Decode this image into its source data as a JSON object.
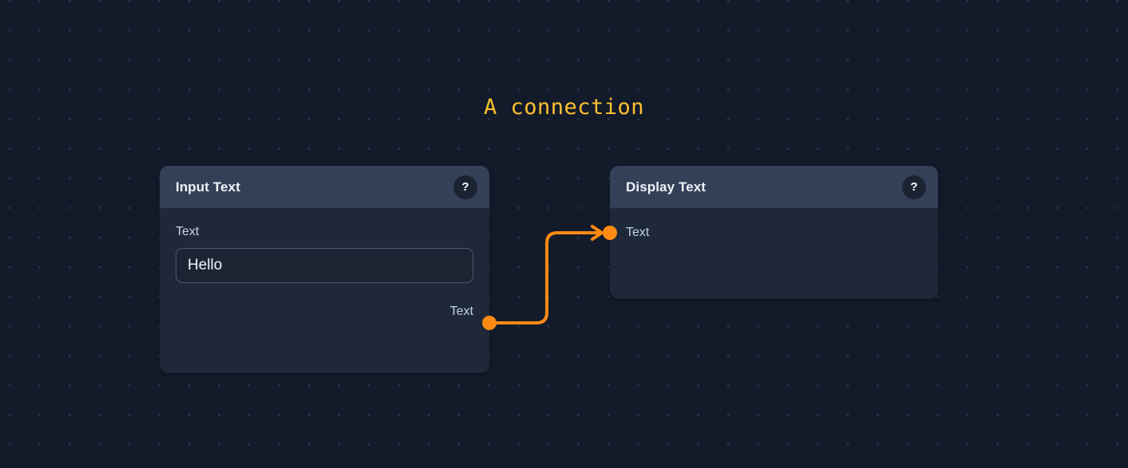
{
  "canvas": {
    "title": "A connection",
    "background_color": "#131a2a",
    "grid_dot_color": "#2c3950",
    "accent_color": "#ff8a14",
    "title_color": "#fdc02f"
  },
  "nodes": [
    {
      "id": "input-text",
      "title": "Input Text",
      "help_glyph": "?",
      "field": {
        "label": "Text",
        "value": "Hello",
        "placeholder": ""
      },
      "output_port": {
        "label": "Text"
      }
    },
    {
      "id": "display-text",
      "title": "Display Text",
      "help_glyph": "?",
      "input_port": {
        "label": "Text"
      }
    }
  ],
  "connection": {
    "from_node": "input-text",
    "from_port": "Text",
    "to_node": "display-text",
    "to_port": "Text",
    "color": "#ff8a14"
  }
}
